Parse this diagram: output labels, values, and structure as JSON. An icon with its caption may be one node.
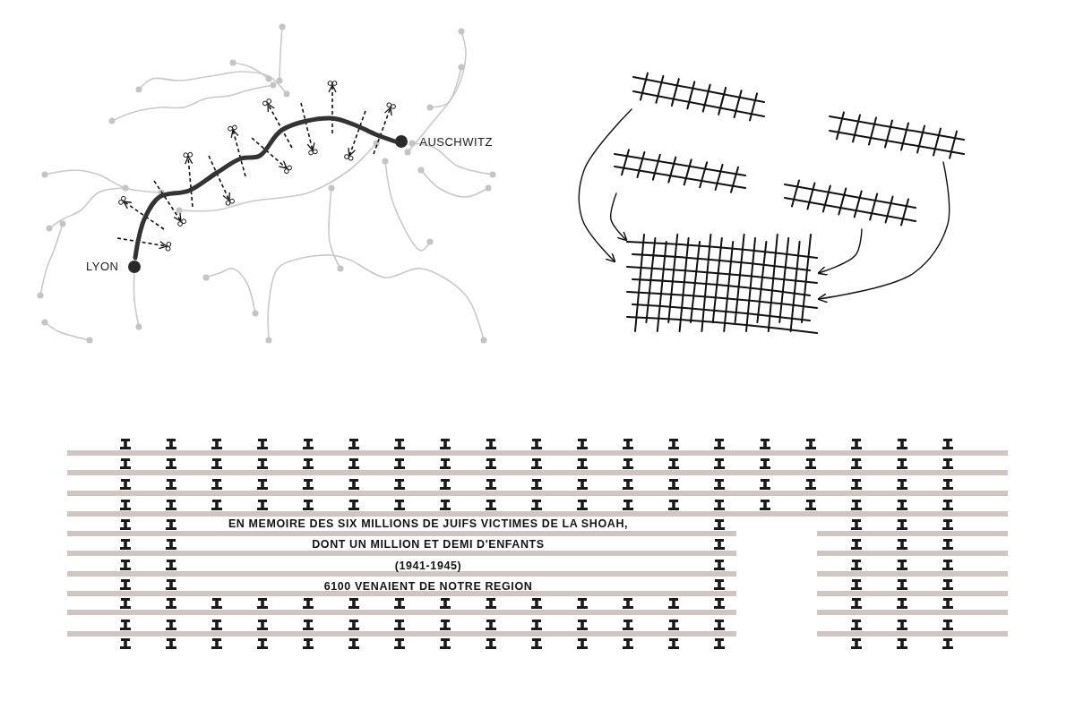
{
  "diagram": {
    "nodes": [
      {
        "text": [
          "LYON"
        ]
      },
      {
        "text": [
          "AUSCHWITZ"
        ]
      },
      {
        "text": [],
        "shape": "picture"
      },
      {
        "text": [],
        "shape": "picture"
      },
      {
        "text": [],
        "shape": "picture"
      },
      {
        "text": [],
        "shape": "picture"
      },
      {
        "text": [],
        "shape": "picture"
      }
    ],
    "edges": [
      {
        "from": 0,
        "to": 1,
        "arrow": "none",
        "style": "thick"
      },
      {
        "from": 2,
        "to": 6,
        "arrow": "to"
      },
      {
        "from": 4,
        "to": 6,
        "arrow": "to"
      },
      {
        "from": 5,
        "to": 6,
        "arrow": "to"
      },
      {
        "from": 3,
        "to": 6,
        "arrow": "to"
      }
    ],
    "labels": [
      "EN MEMOIRE DES SIX MILLIONS DE JUIFS VICTIMES DE LA SHOAH,",
      "DONT UN MILLION ET DEMI D'ENFANTS",
      "(1941-1945)",
      "6100 VENAIENT DE NOTRE REGION"
    ]
  }
}
